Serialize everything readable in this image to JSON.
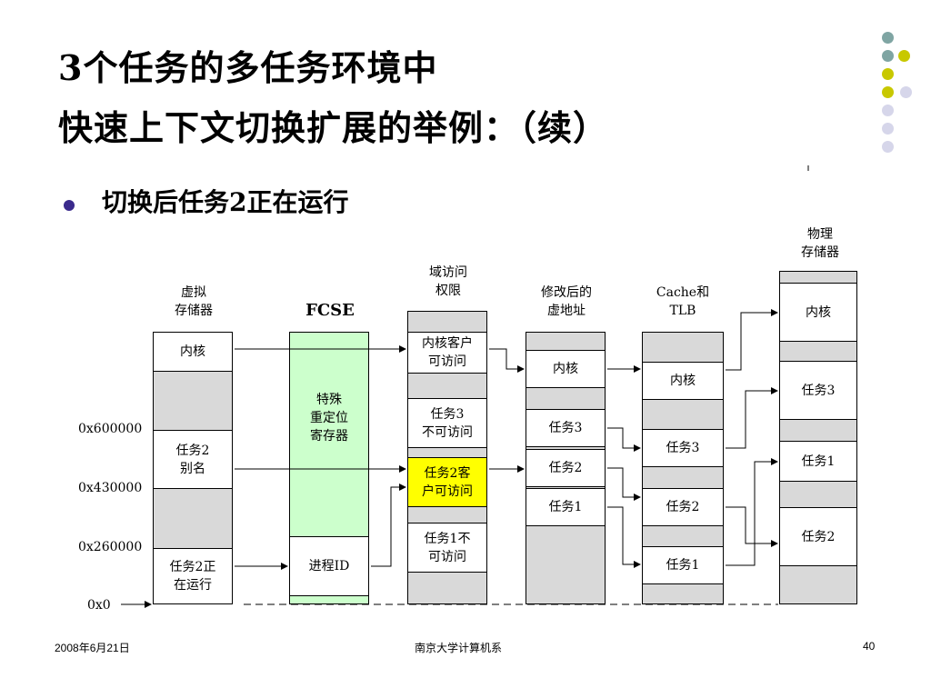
{
  "title": {
    "line1": "3个任务的多任务环境中",
    "line2": "快速上下文切换扩展的举例：（续）"
  },
  "bullet": "切换后任务2正在运行",
  "columns": {
    "virtual": {
      "header": "虚拟\n存储器",
      "cells": [
        "内核",
        "任务2\n别名",
        "任务2正\n在运行"
      ]
    },
    "fcse": {
      "header": "FCSE",
      "cells": [
        "特殊\n重定位\n寄存器",
        "进程ID"
      ]
    },
    "domain": {
      "header": "域访问\n权限",
      "cells": [
        "内核客户\n可访问",
        "任务3\n不可访问",
        "任务2客\n户可访问",
        "任务1不\n可访问"
      ]
    },
    "modified": {
      "header": "修改后的\n虚地址",
      "cells": [
        "内核",
        "任务3",
        "任务2",
        "任务1"
      ]
    },
    "cache": {
      "header": "Cache和\nTLB",
      "cells": [
        "内核",
        "任务3",
        "任务2",
        "任务1"
      ]
    },
    "physical": {
      "header": "物理\n存储器",
      "cells": [
        "内核",
        "任务3",
        "任务1",
        "任务2"
      ]
    }
  },
  "addresses": [
    "0x600000",
    "0x430000",
    "0x260000",
    "0x0"
  ],
  "footer": {
    "date": "2008年6月21日",
    "org": "南京大学计算机系",
    "page": "40"
  },
  "colors": {
    "gray": "#d9d9d9",
    "green": "#ccffcc",
    "yellow": "#ffff00",
    "bullet": "#3a2a8c",
    "dot_teal": "#7fa5a3",
    "dot_olive": "#c8c800",
    "dot_lavender": "#d6d6ea"
  }
}
